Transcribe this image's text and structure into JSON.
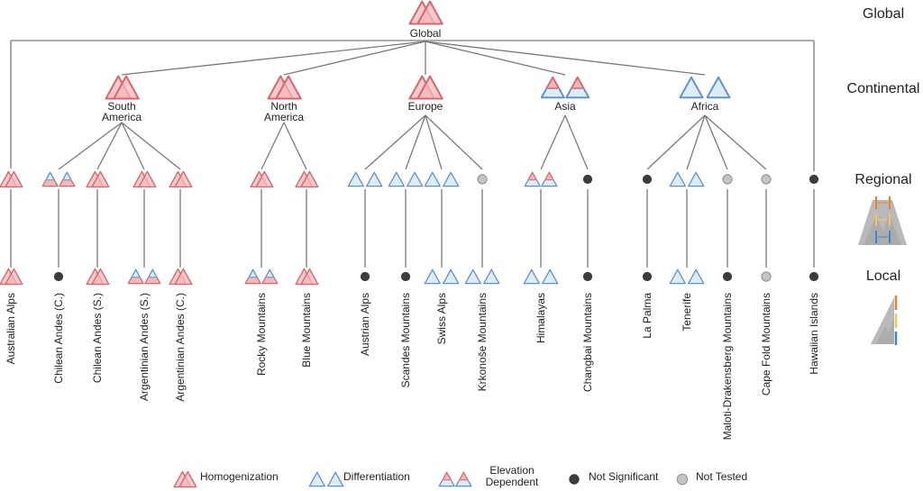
{
  "colors": {
    "homog_stroke": "#d9666c",
    "homog_fill": "#f4b8bb",
    "diff_stroke": "#5b8fd0",
    "diff_fill": "#dbeef8",
    "not_sig": "#3c3c3c",
    "not_tested_fill": "#c4c4c4",
    "not_tested_stroke": "#9a9a9a",
    "edge": "#7a7a7a",
    "elev_high": "#e8822e",
    "elev_mid": "#f3c760",
    "elev_low": "#3d86cf",
    "mountain": "#b9b9b9"
  },
  "levels": [
    {
      "id": "global",
      "label": "Global"
    },
    {
      "id": "continental",
      "label": "Continental"
    },
    {
      "id": "regional",
      "label": "Regional"
    },
    {
      "id": "local",
      "label": "Local"
    }
  ],
  "global_node": {
    "label": "Global",
    "status": "homogenization"
  },
  "continents": [
    {
      "id": "sa",
      "label_lines": [
        "South",
        "America"
      ],
      "status": "homogenization"
    },
    {
      "id": "na",
      "label_lines": [
        "North",
        "America"
      ],
      "status": "homogenization"
    },
    {
      "id": "eu",
      "label_lines": [
        "Europe"
      ],
      "status": "homogenization"
    },
    {
      "id": "as",
      "label_lines": [
        "Asia"
      ],
      "status": "elevation_dependent"
    },
    {
      "id": "af",
      "label_lines": [
        "Africa"
      ],
      "status": "differentiation"
    }
  ],
  "sites": [
    {
      "name": "Australian Alps",
      "parent": "global",
      "regional": "homogenization",
      "local": "homogenization"
    },
    {
      "name": "Chilean Andes (C.)",
      "parent": "sa",
      "regional": "elevation_dependent_inverse",
      "local": "not_significant"
    },
    {
      "name": "Chilean Andes (S.)",
      "parent": "sa",
      "regional": "homogenization",
      "local": "homogenization"
    },
    {
      "name": "Argentinian Andes (S.)",
      "parent": "sa",
      "regional": "homogenization",
      "local": "elevation_dependent_inverse"
    },
    {
      "name": "Argentinian Andes (C.)",
      "parent": "sa",
      "regional": "homogenization",
      "local": "homogenization"
    },
    {
      "name": "Rocky Mountains",
      "parent": "na",
      "regional": "homogenization",
      "local": "elevation_dependent_inverse"
    },
    {
      "name": "Blue Mountains",
      "parent": "na",
      "regional": "homogenization",
      "local": "homogenization"
    },
    {
      "name": "Austrian Alps",
      "parent": "eu",
      "regional": "differentiation",
      "local": "not_significant"
    },
    {
      "name": "Scandes Mountains",
      "parent": "eu",
      "regional": "differentiation",
      "local": "not_significant"
    },
    {
      "name": "Swiss Alps",
      "parent": "eu",
      "regional": "differentiation",
      "local": "differentiation"
    },
    {
      "name": "Krkonoše Mountains",
      "parent": "eu",
      "regional": "not_tested",
      "local": "differentiation"
    },
    {
      "name": "Himalayas",
      "parent": "as",
      "regional": "elevation_dependent",
      "local": "differentiation"
    },
    {
      "name": "Changbai Mountains",
      "parent": "as",
      "regional": "not_significant",
      "local": "not_significant"
    },
    {
      "name": "La Palma",
      "parent": "af",
      "regional": "not_significant",
      "local": "not_significant"
    },
    {
      "name": "Tenerife",
      "parent": "af",
      "regional": "differentiation",
      "local": "differentiation"
    },
    {
      "name": "Maloti-Drakensberg Mountains",
      "parent": "af",
      "regional": "not_tested",
      "local": "not_significant"
    },
    {
      "name": "Cape Fold Mountains",
      "parent": "af",
      "regional": "not_tested",
      "local": "not_tested"
    },
    {
      "name": "Hawaiian Islands",
      "parent": "global",
      "regional": "not_significant",
      "local": "not_significant"
    }
  ],
  "legend": [
    {
      "status": "homogenization",
      "label_lines": [
        "Homogenization"
      ]
    },
    {
      "status": "differentiation",
      "label_lines": [
        "Differentiation"
      ]
    },
    {
      "status": "elevation_dependent",
      "label_lines": [
        "Elevation",
        "Dependent"
      ]
    },
    {
      "status": "not_significant",
      "label_lines": [
        "Not Significant"
      ]
    },
    {
      "status": "not_tested",
      "label_lines": [
        "Not Tested"
      ]
    }
  ],
  "scale_icons": [
    {
      "level": "regional",
      "icon": "mountain-range-elevation-bands-icon"
    },
    {
      "level": "local",
      "icon": "mountain-slope-elevation-bands-icon"
    }
  ]
}
